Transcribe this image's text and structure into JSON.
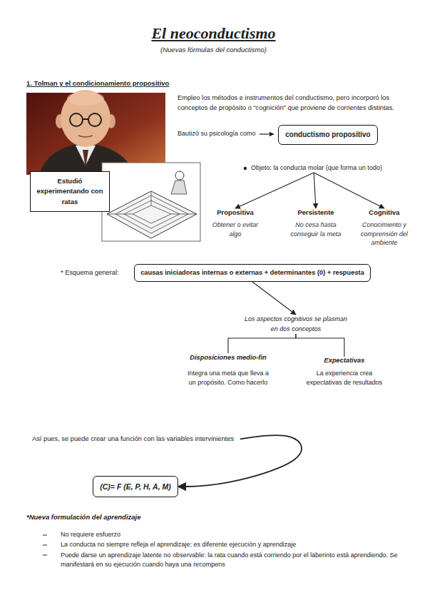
{
  "diagram": {
    "title": "El neoconductismo",
    "nodes": [
      {
        "text": [
          "Estudió experimentando con ratas"
        ]
      },
      {
        "text": [
          "conductismo propositivo"
        ]
      },
      {
        "text": [
          "Objeto: la conducta molar (que forma un todo)"
        ]
      },
      {
        "text": [
          "Propositiva",
          "Obtener o evitar algo"
        ]
      },
      {
        "text": [
          "Persistente",
          "No cesa hasta conseguir la meta"
        ]
      },
      {
        "text": [
          "Cognitiva",
          "Conocimiento y comprensión del ambiente"
        ]
      },
      {
        "text": [
          "* Esquema general:",
          "causas iniciadoras internas o externas + determinantes (0) + respuesta"
        ]
      },
      {
        "text": [
          "Los aspectos cognitivos se plasman en dos conceptos"
        ]
      },
      {
        "text": [
          "Disposiciones medio-fin",
          "Integra una meta que lleva a un propósito. Como hacerlo"
        ]
      },
      {
        "text": [
          "Expectativas",
          "La experiencia crea expectativas de resultados"
        ]
      },
      {
        "text": [
          "Así pues, se puede crear una función con las variables intervinientes"
        ]
      },
      {
        "text": [
          "(C)= F (E, P, H, A, M)"
        ]
      }
    ],
    "edges": [
      {
        "from": 2,
        "to": 3,
        "arrow": "to"
      },
      {
        "from": 2,
        "to": 4,
        "arrow": "to"
      },
      {
        "from": 2,
        "to": 5,
        "arrow": "to"
      },
      {
        "from": 6,
        "to": 7,
        "arrow": "to"
      },
      {
        "from": 7,
        "to": 8,
        "arrow": "none"
      },
      {
        "from": 7,
        "to": 9,
        "arrow": "none"
      },
      {
        "from": 10,
        "to": 11,
        "arrow": "to"
      }
    ],
    "labels": [
      "(Nuevas fórmulas del conductismo)",
      "1. Tolman y el condicionamiento propositivo",
      "Empleo los métodos e instrumentos del conductismo, pero incorporó los conceptos de propósito o “cognición” que proviene de corrientes distintas.",
      "Bautizó su psicología como",
      "*Nueva formulación del aprendizaje",
      "No requiere esfuerzo",
      "La conducta no siempre refleja el aprendizaje: es diferente ejecución y aprendizaje",
      "Puede darse un aprendizaje latente no observable: la rata cuando está corriendo por el laberinto está aprendiendo. Se manifestará en su ejecución cuando haya una recompens"
    ]
  }
}
